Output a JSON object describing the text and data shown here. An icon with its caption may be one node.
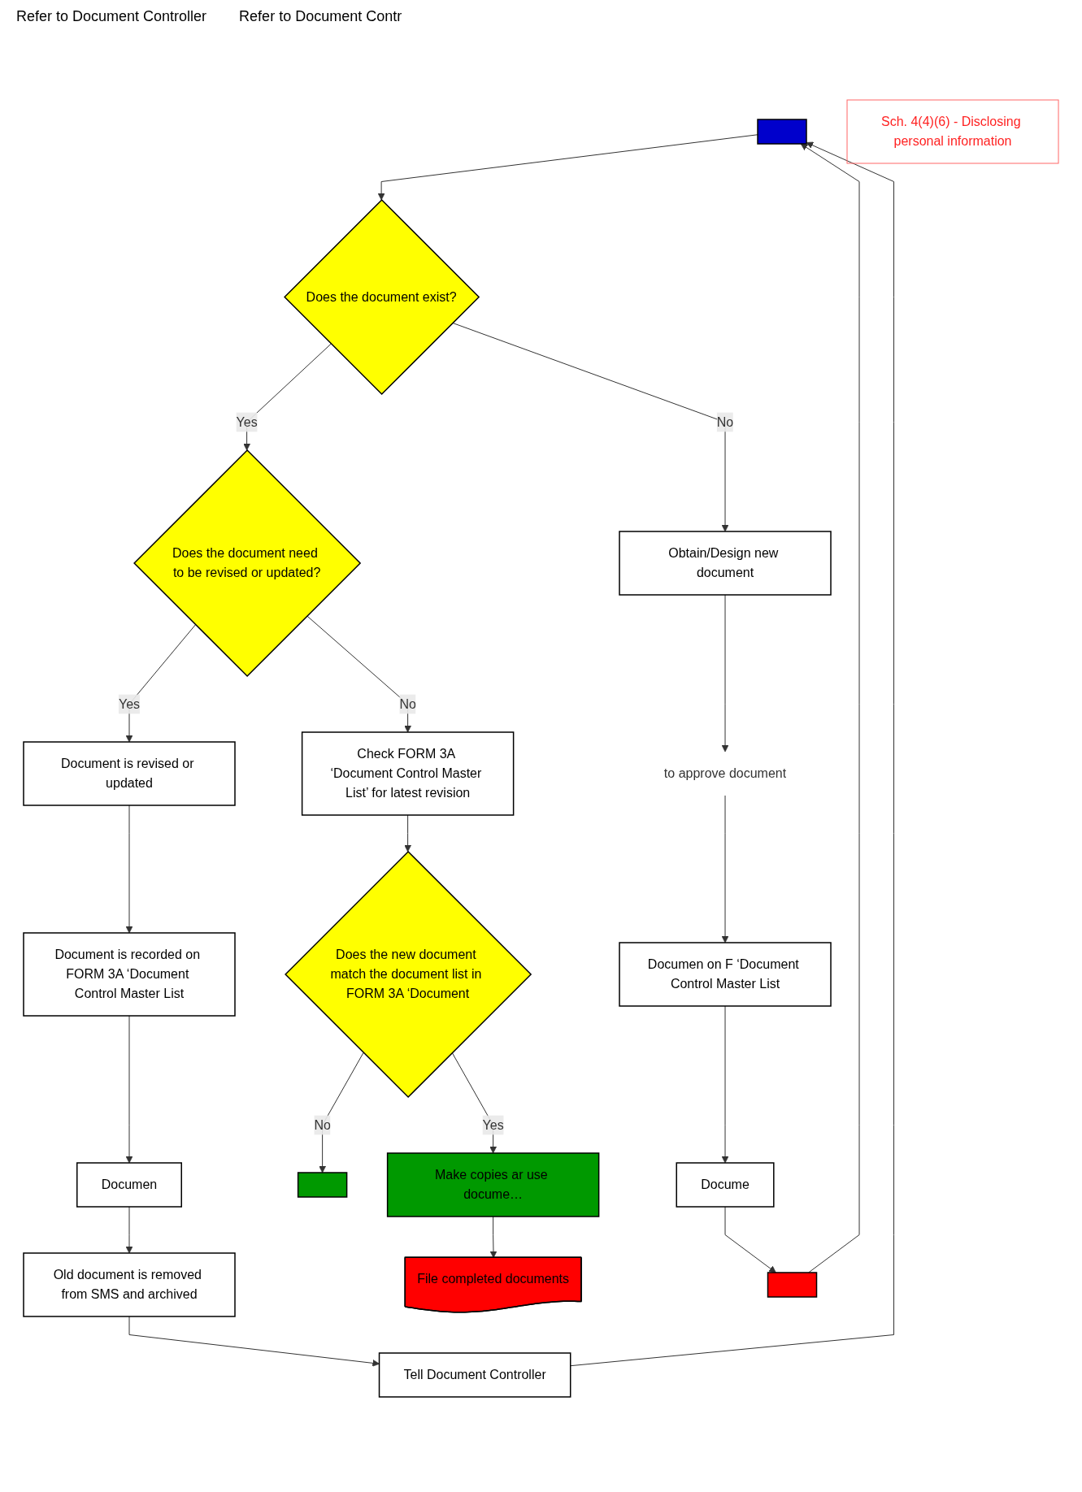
{
  "diagram": {
    "nodes": [
      {
        "text": [],
        "shape": "box"
      },
      {
        "text": [
          "Does the document exist?"
        ]
      },
      {
        "text": [
          "Does the document need to be revised or updated?"
        ]
      },
      {
        "text": [
          "Document is revised or updated"
        ]
      },
      {
        "text": [
          "Document is recorded on FORM 3A ‘Document Control Master List"
        ]
      },
      {
        "text": [
          "Documen"
        ]
      },
      {
        "text": [
          "Old document is removed from SMS and archived"
        ]
      },
      {
        "text": [
          "Tell Document Controller"
        ]
      },
      {
        "text": [],
        "shape": "box"
      },
      {
        "text": [
          "Check FORM 3A ‘Document Control Master List’ for latest revision"
        ]
      },
      {
        "text": [
          "Does the new document match the document list in FORM 3A ‘Document"
        ]
      },
      {
        "text": [
          "Make copies ar use docume…"
        ]
      },
      {
        "text": [
          "File completed documents"
        ]
      },
      {
        "text": [
          "Obtain/Design new document"
        ]
      },
      {
        "text": [
          "Sch. 4(4)(6) - Disclosing personal information"
        ]
      },
      {
        "text": [
          "to approve document"
        ]
      },
      {
        "text": [
          "Documen on F ‘Document Control Master List"
        ]
      },
      {
        "text": [
          "Docume"
        ]
      },
      {
        "text": [],
        "shape": "box"
      }
    ],
    "edges": [
      {
        "from": 7,
        "to": 0,
        "arrow": "to"
      },
      {
        "from": 18,
        "to": 0,
        "arrow": "to"
      },
      {
        "from": 0,
        "to": 1,
        "arrow": "to"
      },
      {
        "from": 1,
        "to": 2,
        "arrow": "to",
        "label": "Yes"
      },
      {
        "from": 2,
        "to": 3,
        "arrow": "to",
        "label": "Yes"
      },
      {
        "from": 3,
        "to": 4,
        "arrow": "to"
      },
      {
        "from": 4,
        "to": 5,
        "arrow": "to"
      },
      {
        "from": 5,
        "to": 6,
        "arrow": "to"
      },
      {
        "from": 6,
        "to": 7,
        "arrow": "to"
      },
      {
        "from": 2,
        "to": 9,
        "arrow": "to",
        "label": "No"
      },
      {
        "from": 9,
        "to": 10,
        "arrow": "to"
      },
      {
        "from": 10,
        "to": 8,
        "arrow": "to",
        "label": "No"
      },
      {
        "from": 10,
        "to": 11,
        "arrow": "to",
        "label": "Yes"
      },
      {
        "from": 11,
        "to": 12,
        "arrow": "to"
      },
      {
        "from": 1,
        "to": 13,
        "arrow": "to",
        "label": "No"
      },
      {
        "from": 13,
        "to": 15,
        "arrow": "to"
      },
      {
        "from": 15,
        "to": 16,
        "arrow": "to"
      },
      {
        "from": 16,
        "to": 17,
        "arrow": "to"
      },
      {
        "from": 17,
        "to": 18,
        "arrow": "to"
      }
    ],
    "labels": [
      "Refer to Document Controller",
      "Refer to Document Contr"
    ]
  }
}
